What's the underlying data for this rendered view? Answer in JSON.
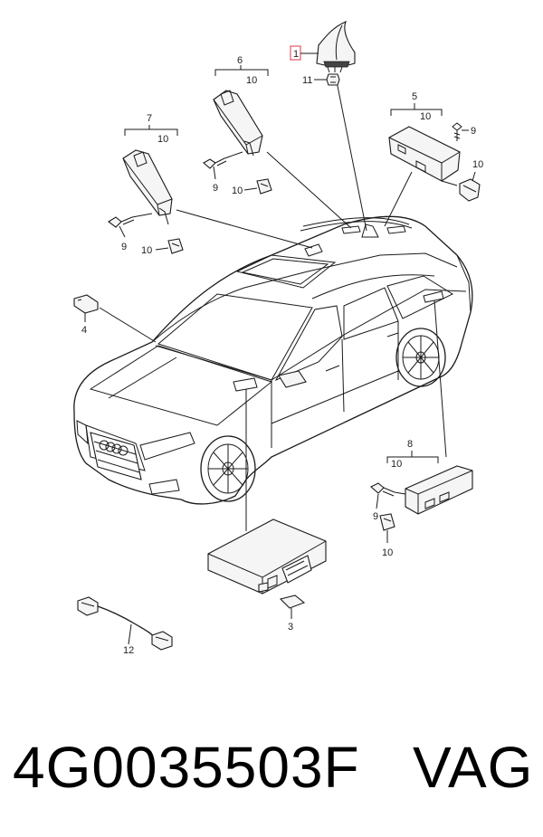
{
  "callouts": {
    "c1": "1",
    "c2_11": "11",
    "c3": "3",
    "c4": "4",
    "c5": "5",
    "c5_10": "10",
    "c5_9": "9",
    "c5_10b": "10",
    "c6": "6",
    "c6_10": "10",
    "c6_9": "9",
    "c6_10b": "10",
    "c7": "7",
    "c7_10": "10",
    "c7_9": "9",
    "c7_10b": "10",
    "c8": "8",
    "c8_10": "10",
    "c8_9": "9",
    "c8_10b": "10",
    "c12": "12"
  },
  "highlight_color": "#e05a6a",
  "footer": {
    "part_number": "4G0035503F",
    "brand": "VAG"
  }
}
